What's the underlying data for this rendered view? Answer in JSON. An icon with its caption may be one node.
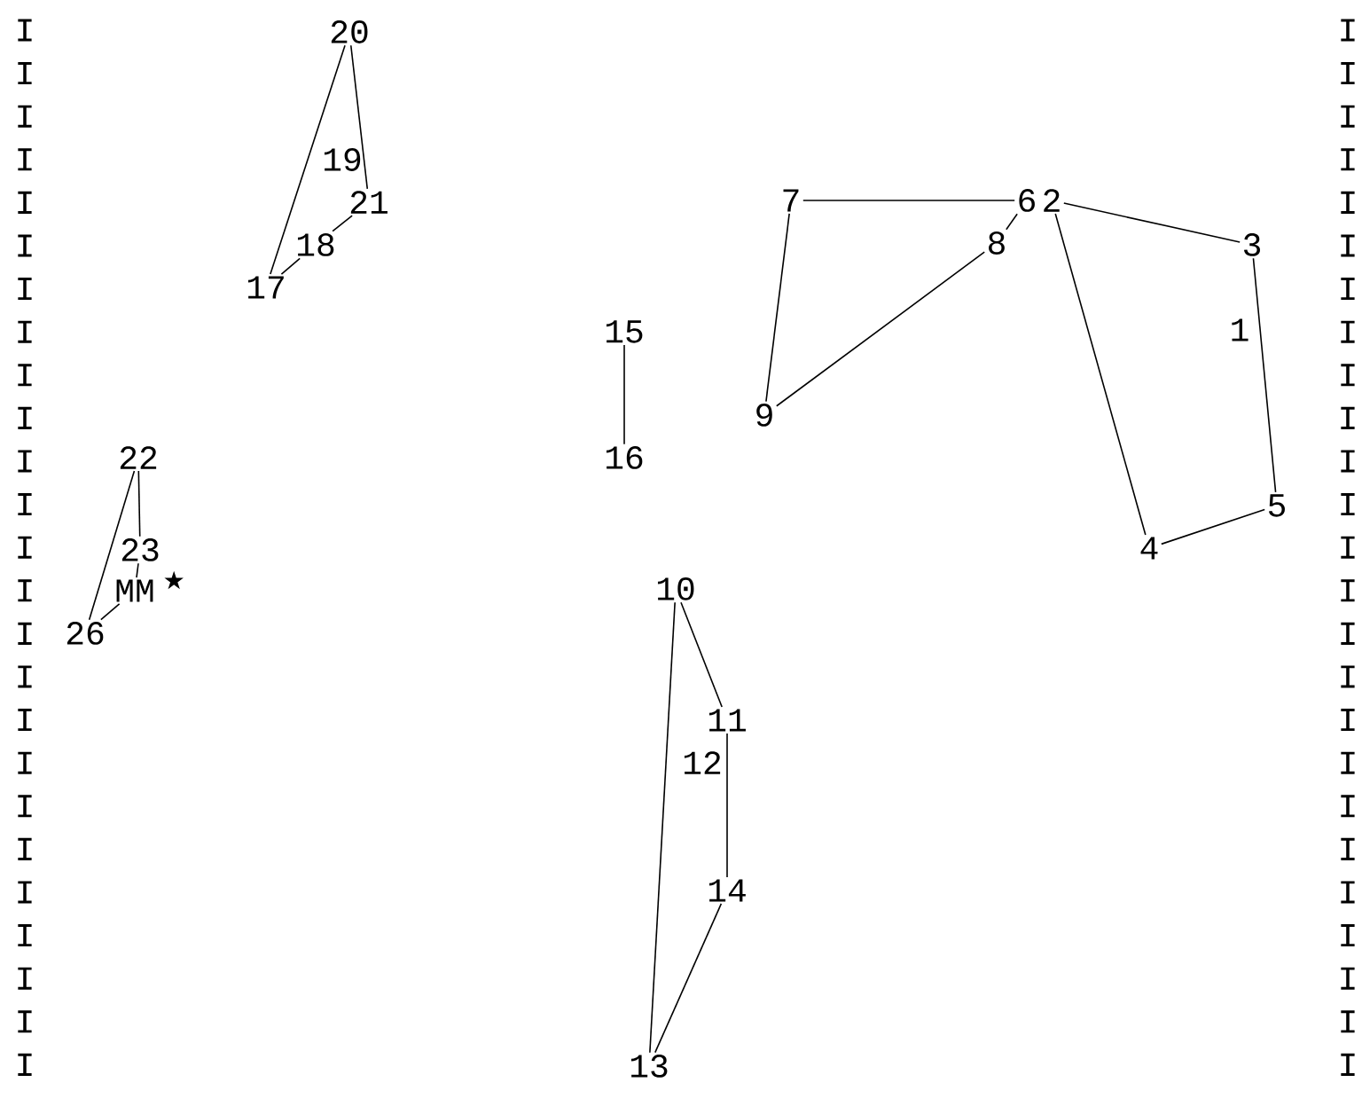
{
  "diagram": {
    "nodes": [
      {
        "text": [
          "20"
        ]
      },
      {
        "text": [
          "21"
        ]
      },
      {
        "text": [
          "18"
        ]
      },
      {
        "text": [
          "17"
        ]
      },
      {
        "text": [
          "22"
        ]
      },
      {
        "text": [
          "23"
        ]
      },
      {
        "text": [
          "MM"
        ],
        "beside": [
          "★"
        ]
      },
      {
        "text": [
          "26"
        ]
      },
      {
        "text": [
          "15"
        ]
      },
      {
        "text": [
          "16"
        ]
      },
      {
        "text": [
          "7"
        ]
      },
      {
        "text": [
          "6"
        ]
      },
      {
        "text": [
          "2"
        ]
      },
      {
        "text": [
          "8"
        ]
      },
      {
        "text": [
          "3"
        ]
      },
      {
        "text": [
          "9"
        ]
      },
      {
        "text": [
          "5"
        ]
      },
      {
        "text": [
          "4"
        ]
      },
      {
        "text": [
          "10"
        ]
      },
      {
        "text": [
          "11"
        ]
      },
      {
        "text": [
          "14"
        ]
      },
      {
        "text": [
          "13"
        ]
      }
    ],
    "edges": [
      {
        "from": 0,
        "to": 3,
        "arrow": "none"
      },
      {
        "from": 0,
        "to": 1,
        "arrow": "none"
      },
      {
        "from": 1,
        "to": 2,
        "arrow": "none"
      },
      {
        "from": 2,
        "to": 3,
        "arrow": "none"
      },
      {
        "from": 4,
        "to": 7,
        "arrow": "none"
      },
      {
        "from": 4,
        "to": 5,
        "arrow": "none"
      },
      {
        "from": 5,
        "to": 6,
        "arrow": "none"
      },
      {
        "from": 6,
        "to": 7,
        "arrow": "none"
      },
      {
        "from": 8,
        "to": 9,
        "arrow": "none"
      },
      {
        "from": 10,
        "to": 11,
        "arrow": "none"
      },
      {
        "from": 10,
        "to": 15,
        "arrow": "none"
      },
      {
        "from": 15,
        "to": 13,
        "arrow": "none"
      },
      {
        "from": 13,
        "to": 11,
        "arrow": "none"
      },
      {
        "from": 12,
        "to": 14,
        "arrow": "none"
      },
      {
        "from": 12,
        "to": 17,
        "arrow": "none"
      },
      {
        "from": 14,
        "to": 16,
        "arrow": "none"
      },
      {
        "from": 17,
        "to": 16,
        "arrow": "none"
      },
      {
        "from": 18,
        "to": 19,
        "arrow": "none"
      },
      {
        "from": 18,
        "to": 21,
        "arrow": "none"
      },
      {
        "from": 19,
        "to": 20,
        "arrow": "none"
      },
      {
        "from": 20,
        "to": 21,
        "arrow": "none"
      }
    ],
    "labels": [
      "19",
      "1",
      "12",
      "I",
      "I",
      "I",
      "I",
      "I",
      "I",
      "I",
      "I",
      "I",
      "I",
      "I",
      "I",
      "I",
      "I",
      "I",
      "I",
      "I",
      "I",
      "I",
      "I",
      "I",
      "I",
      "I",
      "I",
      "I",
      "I",
      "I",
      "I",
      "I",
      "I",
      "I",
      "I",
      "I",
      "I",
      "I",
      "I",
      "I",
      "I",
      "I",
      "I",
      "I",
      "I",
      "I",
      "I",
      "I",
      "I",
      "I",
      "I",
      "I",
      "I"
    ]
  }
}
